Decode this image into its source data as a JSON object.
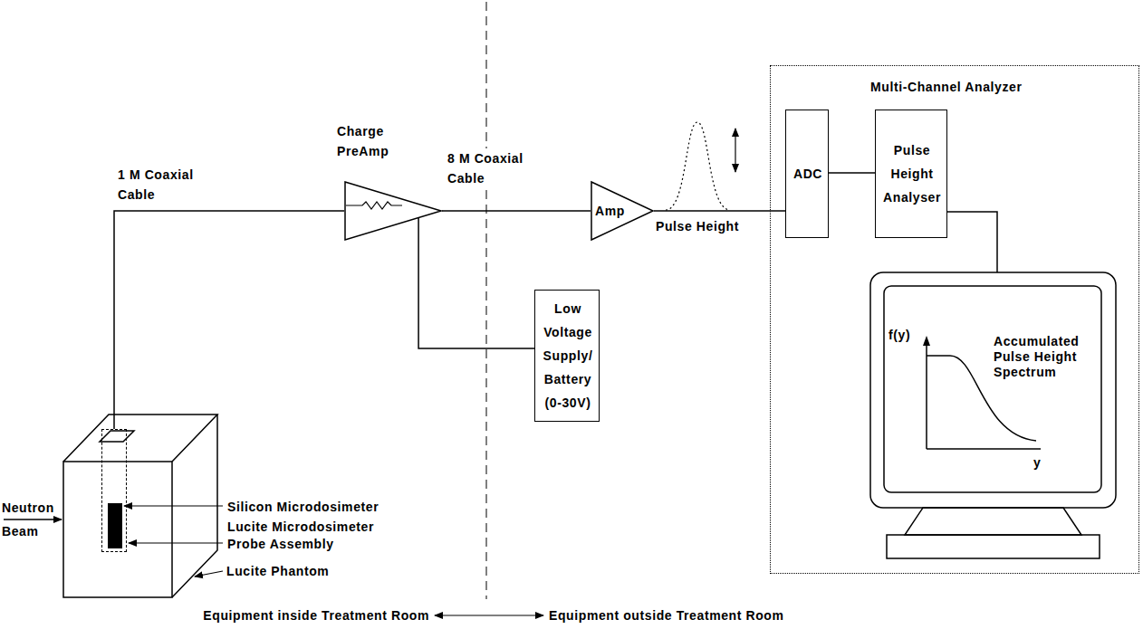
{
  "diagram": {
    "nodes": [
      {
        "text": [
          "Charge PreAmp"
        ]
      },
      {
        "text": [
          "Amp"
        ]
      },
      {
        "text": [
          "Low Voltage Supply/ Battery (0-30V)"
        ]
      },
      {
        "text": [
          "Multi-Channel Analyzer"
        ]
      },
      {
        "text": [
          "ADC"
        ],
        "in": 3
      },
      {
        "text": [
          "Pulse Height Analyser"
        ],
        "in": 3
      },
      {
        "text": [
          "f(y)",
          "Accumulated Pulse Height Spectrum",
          "y"
        ],
        "in": 3
      },
      {
        "text": [
          "Lucite Phantom"
        ]
      },
      {
        "text": [
          "Lucite Microdosimeter Probe Assembly"
        ],
        "in": 7
      },
      {
        "text": [
          "Silicon Microdosimeter"
        ],
        "in": 8
      }
    ],
    "edges": [
      {
        "from": 8,
        "to": 0,
        "label": "1 M Coaxial Cable",
        "arrow": "none"
      },
      {
        "from": 0,
        "to": 1,
        "label": "8 M Coaxial Cable",
        "arrow": "none"
      },
      {
        "from": 1,
        "to": 4,
        "label": "Pulse Height",
        "arrow": "none"
      },
      {
        "from": 4,
        "to": 5,
        "arrow": "none"
      },
      {
        "from": 5,
        "to": 6,
        "arrow": "none"
      },
      {
        "from": 2,
        "to": 0,
        "arrow": "none"
      }
    ],
    "labels": [
      "Neutron Beam",
      "Equipment inside Treatment Room",
      "Equipment outside Treatment Room"
    ]
  }
}
